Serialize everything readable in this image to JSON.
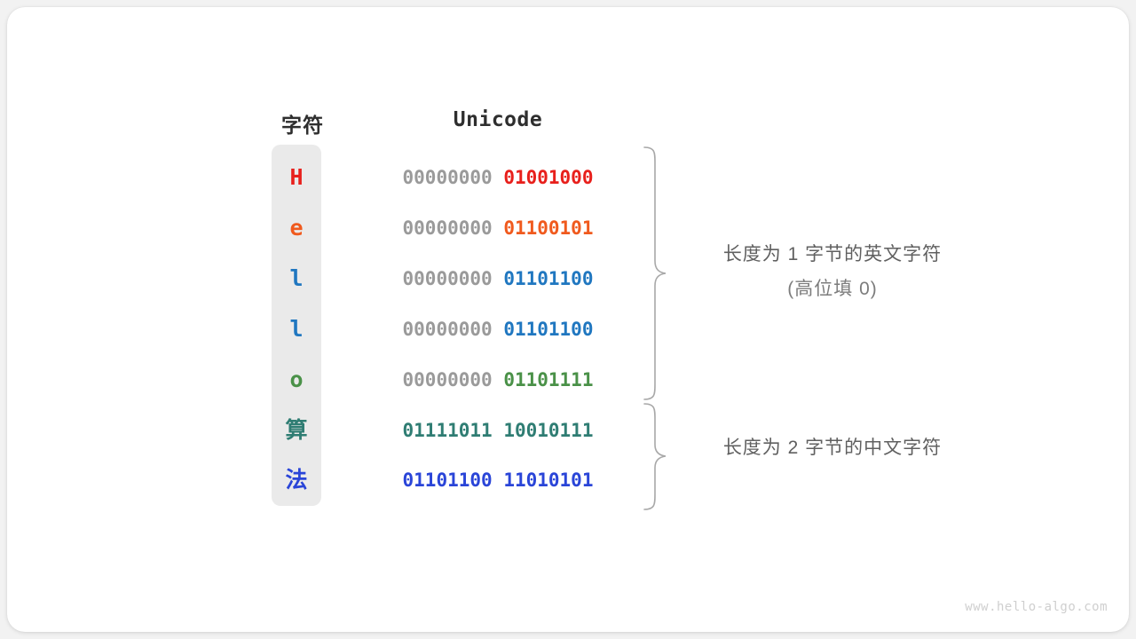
{
  "headers": {
    "character": "字符",
    "unicode": "Unicode"
  },
  "rows": [
    {
      "char": "H",
      "char_type": "latin",
      "color": "#e8201c",
      "high_byte": "00000000",
      "low_byte": "01001000",
      "high_is_padding": true
    },
    {
      "char": "e",
      "char_type": "latin",
      "color": "#f05a1e",
      "high_byte": "00000000",
      "low_byte": "01100101",
      "high_is_padding": true
    },
    {
      "char": "l",
      "char_type": "latin",
      "color": "#2077c0",
      "high_byte": "00000000",
      "low_byte": "01101100",
      "high_is_padding": true
    },
    {
      "char": "l",
      "char_type": "latin",
      "color": "#2077c0",
      "high_byte": "00000000",
      "low_byte": "01101100",
      "high_is_padding": true
    },
    {
      "char": "o",
      "char_type": "latin",
      "color": "#4a9148",
      "high_byte": "00000000",
      "low_byte": "01101111",
      "high_is_padding": true
    },
    {
      "char": "算",
      "char_type": "cjk",
      "color": "#2f7d73",
      "high_byte": "01111011",
      "low_byte": "10010111",
      "high_is_padding": false
    },
    {
      "char": "法",
      "char_type": "cjk",
      "color": "#2a45d8",
      "high_byte": "01101100",
      "low_byte": "11010101",
      "high_is_padding": false
    }
  ],
  "annotations": {
    "one_byte_main": "长度为 1 字节的英文字符",
    "one_byte_sub": "(高位填 0)",
    "two_byte_main": "长度为 2 字节的中文字符"
  },
  "colors": {
    "panel_background": "#eaeaea",
    "padding_bits": "#9a9a9a",
    "brace": "#a8a8a8",
    "note_text": "#606060",
    "card_background": "#ffffff",
    "page_background": "#f2f2f2"
  },
  "watermark": "www.hello-algo.com"
}
